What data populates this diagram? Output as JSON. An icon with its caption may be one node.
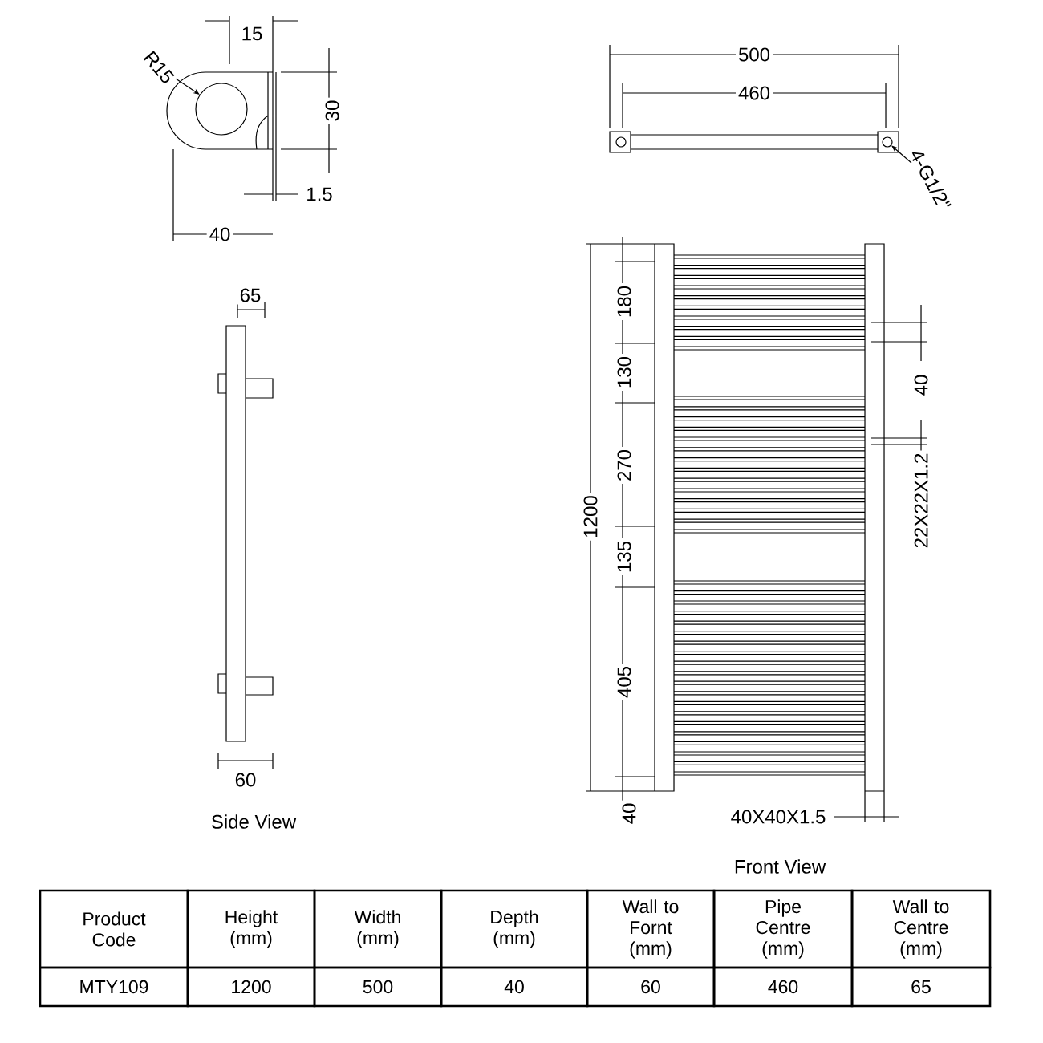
{
  "diagram": {
    "nodes": [
      {
        "text": [
          "R15"
        ]
      },
      {
        "text": [],
        "shape": "circle"
      },
      {
        "text": [
          "4-G1/2\""
        ]
      },
      {
        "text": [],
        "shape": "circle"
      }
    ],
    "edges": [
      {
        "from": 0,
        "to": 1,
        "arrow": "to"
      },
      {
        "from": 2,
        "to": 3,
        "arrow": "to"
      }
    ],
    "labels": [
      "15",
      "30",
      "1.5",
      "40",
      "500",
      "460",
      "65",
      "180",
      "40",
      "130",
      "270",
      "1200",
      "22X22X1.2",
      "135",
      "405",
      "60",
      "Side View",
      "40",
      "40X40X1.5",
      "Front View",
      "Product Code",
      "Height (mm)",
      "Width (mm)",
      "Depth (mm)",
      "Wall to Fornt (mm)",
      "Pipe Centre (mm)",
      "Wall to Centre (mm)",
      "MTY109",
      "1200",
      "500",
      "40",
      "60",
      "460",
      "65"
    ]
  }
}
